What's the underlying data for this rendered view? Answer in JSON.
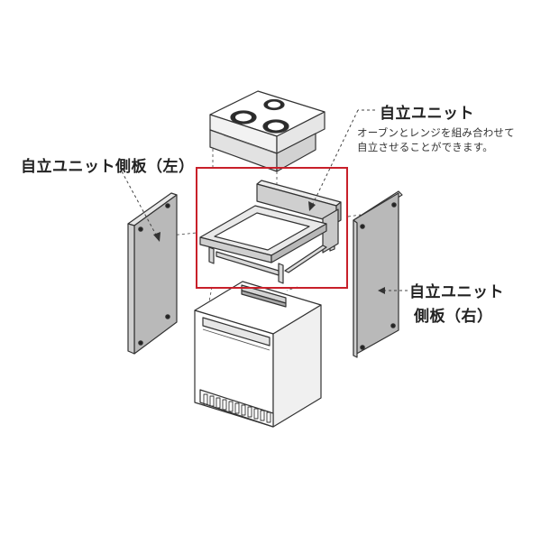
{
  "labels": {
    "unit": "自立ユニット",
    "unit_desc_line1": "オーブンとレンジを組み合わせて",
    "unit_desc_line2": "自立させることができます。",
    "left_panel": "自立ユニット側板（左）",
    "right_panel_line1": "自立ユニット",
    "right_panel_line2": "側板（右）"
  },
  "colors": {
    "highlight": "#c8202a",
    "panel_fill": "#b9b9b9",
    "outline": "#333333",
    "leader": "#444444"
  }
}
